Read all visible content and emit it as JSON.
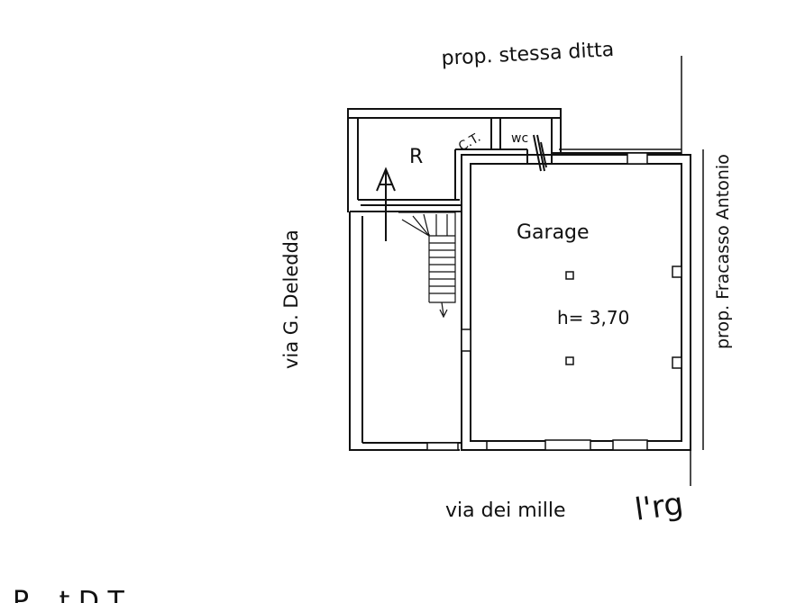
{
  "neighbors": {
    "top": "prop. stessa ditta",
    "right": "prop. Fracasso Antonio"
  },
  "streets": {
    "left": "via G. Deledda",
    "bottom": "via dei mille"
  },
  "rooms": {
    "storage": "R",
    "boiler": "C.T.",
    "wc": "wc",
    "garage": "Garage"
  },
  "garage_height": "h= 3,70",
  "signature": "l'rg",
  "bottom_fragment": "P. . t  D  T"
}
